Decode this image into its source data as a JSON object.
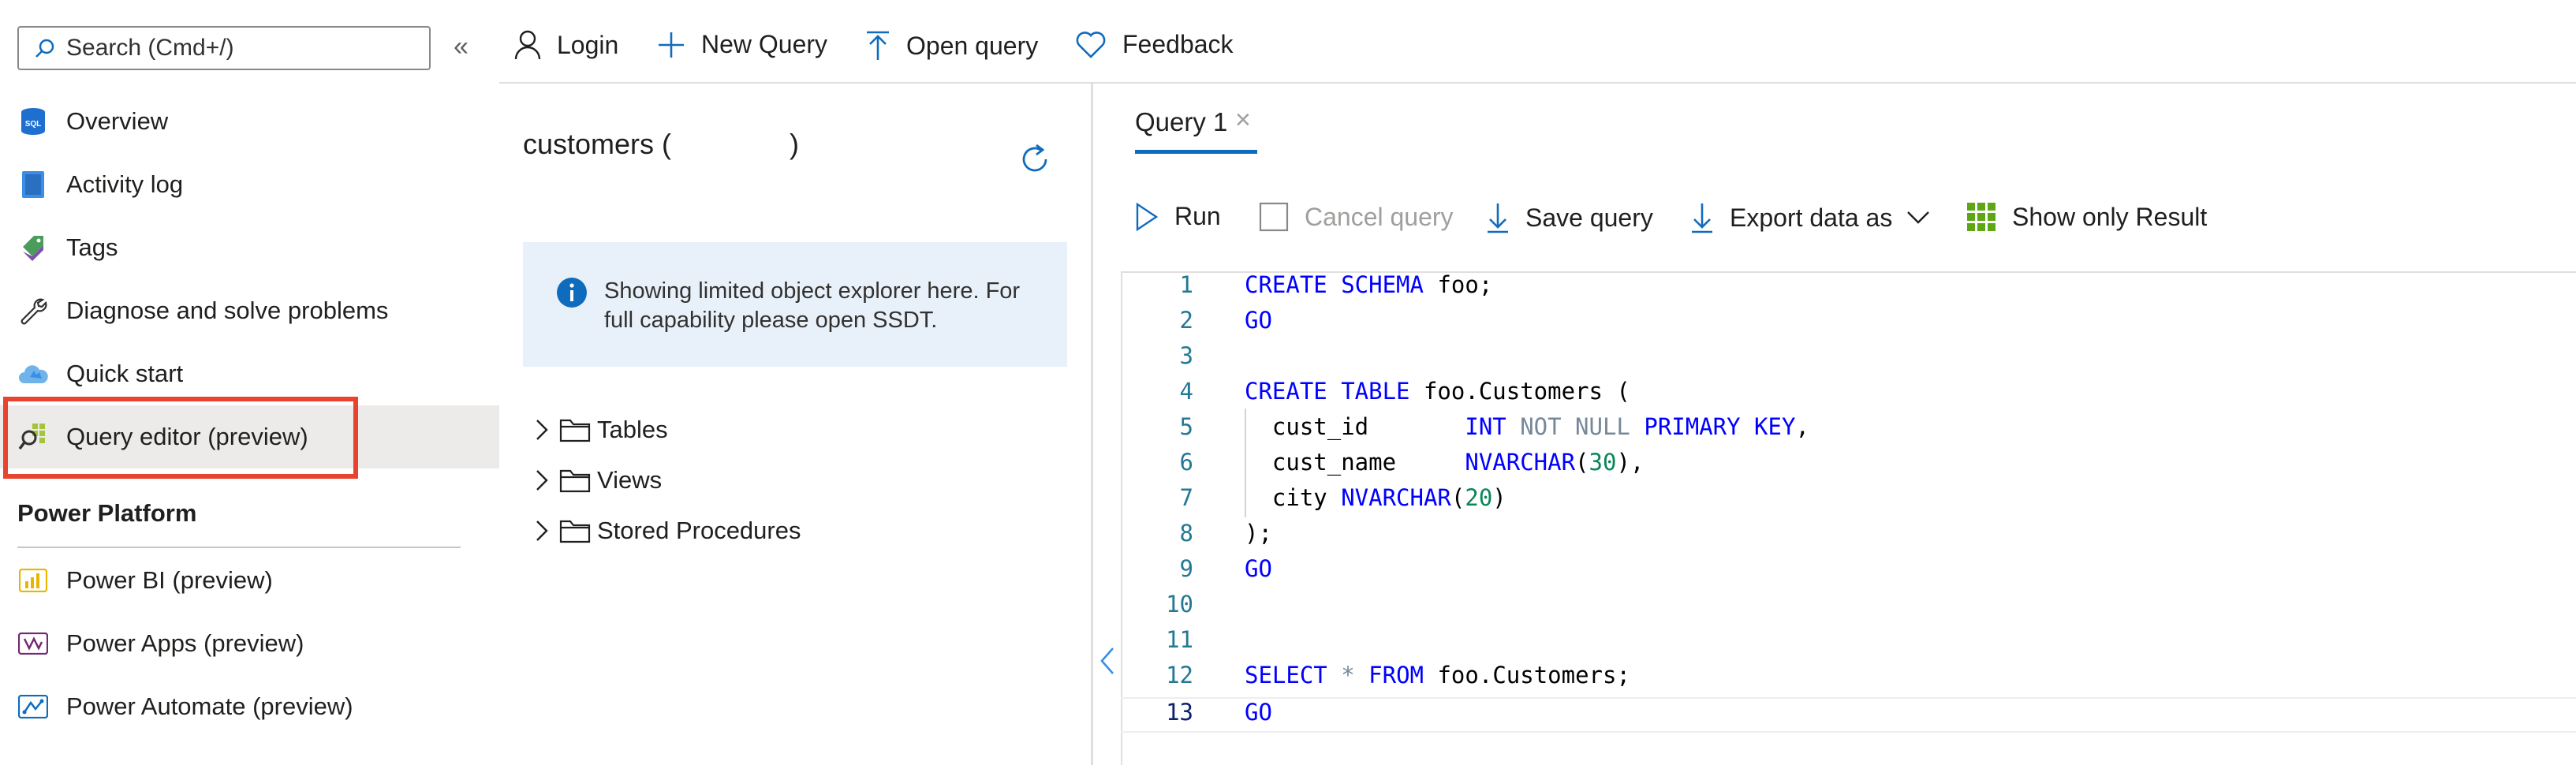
{
  "sidebar": {
    "search_placeholder": "Search (Cmd+/)",
    "collapse_label": "«",
    "items": [
      {
        "label": "Overview",
        "icon": "sql-database-icon"
      },
      {
        "label": "Activity log",
        "icon": "activity-log-icon"
      },
      {
        "label": "Tags",
        "icon": "tag-icon"
      },
      {
        "label": "Diagnose and solve problems",
        "icon": "wrench-icon"
      },
      {
        "label": "Quick start",
        "icon": "cloud-icon"
      },
      {
        "label": "Query editor (preview)",
        "icon": "query-editor-icon",
        "active": true
      }
    ],
    "section_title": "Power Platform",
    "platform_items": [
      {
        "label": "Power BI (preview)",
        "icon": "power-bi-icon"
      },
      {
        "label": "Power Apps (preview)",
        "icon": "power-apps-icon"
      },
      {
        "label": "Power Automate (preview)",
        "icon": "power-automate-icon"
      }
    ]
  },
  "toolbar": {
    "login": "Login",
    "new_query": "New Query",
    "open_query": "Open query",
    "feedback": "Feedback"
  },
  "explorer": {
    "title": "customers (",
    "title_suffix": ")",
    "info_text": "Showing limited object explorer here. For full capability please open SSDT.",
    "tree": [
      "Tables",
      "Views",
      "Stored Procedures"
    ]
  },
  "editor": {
    "tab_label": "Query 1",
    "tab_close": "×",
    "run": "Run",
    "cancel_query": "Cancel query",
    "save_query": "Save query",
    "export_data": "Export data as",
    "show_only_result": "Show only Result",
    "current_line": 13,
    "lines": [
      "CREATE SCHEMA foo;",
      "GO",
      "",
      "CREATE TABLE foo.Customers (",
      "  cust_id       INT NOT NULL PRIMARY KEY,",
      "  cust_name     NVARCHAR(30),",
      "  city NVARCHAR(20)",
      ");",
      "GO",
      "",
      "",
      "SELECT * FROM foo.Customers;",
      "GO"
    ]
  },
  "colors": {
    "accent": "#0f6cbd",
    "highlight_border": "#e8432e",
    "keyword": "#0000ff",
    "number": "#098658",
    "info_bg": "#e8f1fa"
  }
}
